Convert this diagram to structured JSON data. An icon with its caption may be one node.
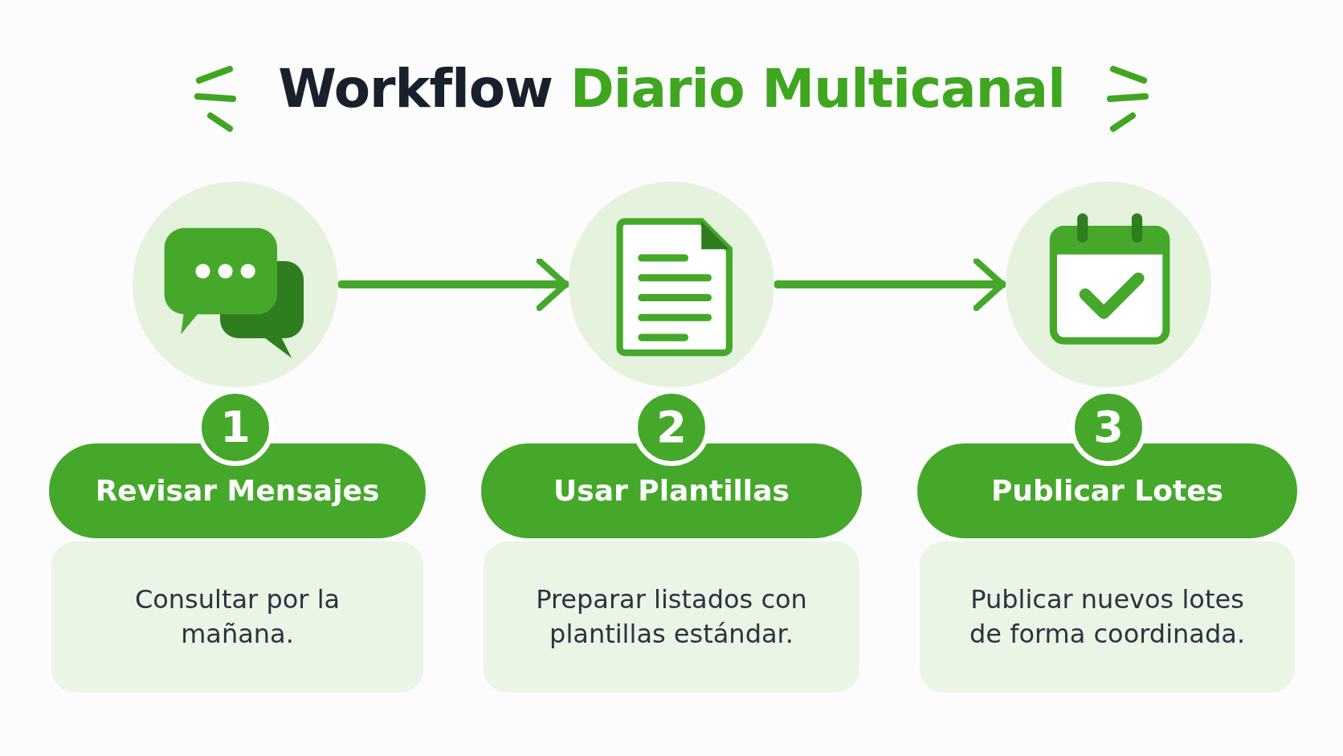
{
  "diagram": {
    "title": "Workflow Diario Multicanal",
    "nodes": [
      {
        "text": [],
        "shape": "circle"
      },
      {
        "text": [
          "1"
        ]
      },
      {
        "text": [
          "Revisar Mensajes"
        ]
      },
      {
        "text": [
          "Consultar por la mañana."
        ]
      },
      {
        "text": [],
        "shape": "circle"
      },
      {
        "text": [
          "2"
        ]
      },
      {
        "text": [
          "Usar Plantillas"
        ]
      },
      {
        "text": [
          "Preparar listados con plantillas estándar."
        ]
      },
      {
        "text": [],
        "shape": "circle"
      },
      {
        "text": [
          "3"
        ]
      },
      {
        "text": [
          "Publicar Lotes"
        ]
      },
      {
        "text": [
          "Publicar nuevos lotes de forma coordinada."
        ]
      }
    ],
    "edges": [
      {
        "from": 0,
        "to": 4,
        "arrow": "to"
      },
      {
        "from": 4,
        "to": 8,
        "arrow": "to"
      }
    ]
  }
}
